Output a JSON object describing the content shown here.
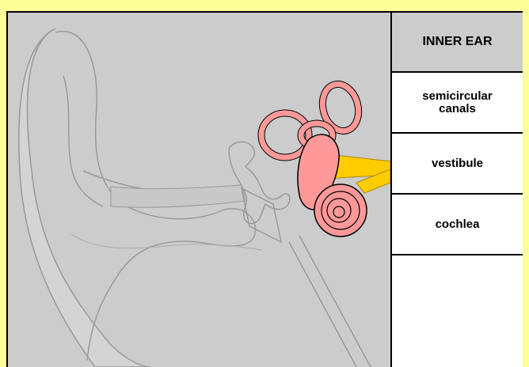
{
  "panel": {
    "header": "INNER EAR",
    "buttons": [
      {
        "line1": "semicircular",
        "line2": "canals"
      },
      {
        "line1": "vestibule",
        "line2": ""
      },
      {
        "line1": "cochlea",
        "line2": ""
      }
    ]
  },
  "colors": {
    "background": "#ffff99",
    "head": "#cccccc",
    "inner_ear": "#ff9999",
    "nerve": "#ffcc00",
    "outline": "#999999"
  }
}
